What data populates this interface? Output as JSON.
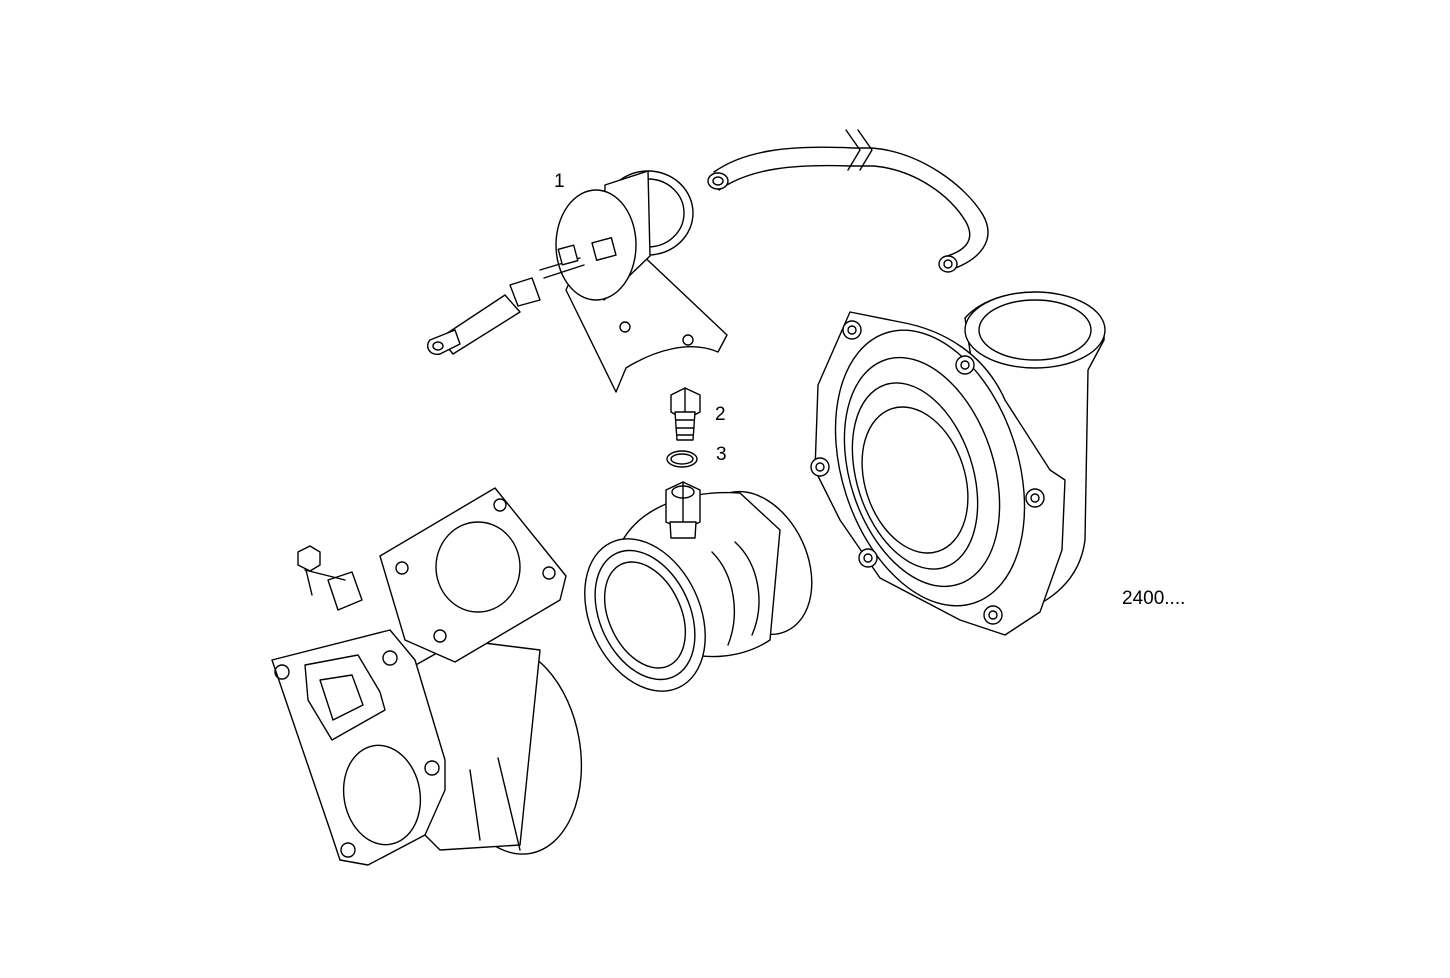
{
  "callouts": [
    {
      "id": "callout-1",
      "text": "1"
    },
    {
      "id": "callout-2",
      "text": "2"
    },
    {
      "id": "callout-3",
      "text": "3"
    }
  ],
  "reference_code": "2400....",
  "parts": [
    "wastegate-actuator",
    "vacuum-hose",
    "union-fitting",
    "sealing-ring",
    "compressor-inlet-housing",
    "turbine-housing",
    "compressor-housing"
  ]
}
